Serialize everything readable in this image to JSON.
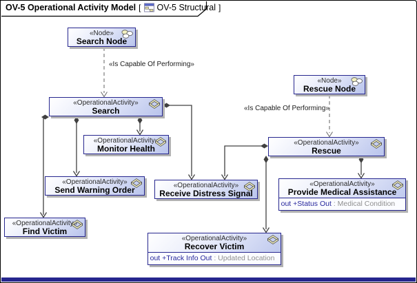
{
  "frame": {
    "title": "OV-5 Operational Activity Model",
    "bracket_open": "[",
    "diagram_name": "OV-5 Structural",
    "bracket_close": "]"
  },
  "connector_labels": {
    "search_capability": "«Is Capable Of Performing»",
    "rescue_capability": "«Is Capable Of Performing»"
  },
  "boxes": {
    "search_node": {
      "stereotype": "«Node»",
      "name": "Search Node"
    },
    "rescue_node": {
      "stereotype": "«Node»",
      "name": "Rescue Node"
    },
    "search": {
      "stereotype": "«OperationalActivity»",
      "name": "Search"
    },
    "monitor_health": {
      "stereotype": "«OperationalActivity»",
      "name": "Monitor Health"
    },
    "send_warning_order": {
      "stereotype": "«OperationalActivity»",
      "name": "Send Warning Order"
    },
    "find_victim": {
      "stereotype": "«OperationalActivity»",
      "name": "Find Victim"
    },
    "receive_distress_signal": {
      "stereotype": "«OperationalActivity»",
      "name": "Receive Distress Signal"
    },
    "rescue": {
      "stereotype": "«OperationalActivity»",
      "name": "Rescue"
    },
    "provide_medical_assistance": {
      "stereotype": "«OperationalActivity»",
      "name": "Provide Medical Assistance",
      "attribute": {
        "direction": "out",
        "name": "+Status Out",
        "separator": ":",
        "type": "Medical Condition"
      }
    },
    "recover_victim": {
      "stereotype": "«OperationalActivity»",
      "name": "Recover Victim",
      "attribute": {
        "direction": "out",
        "name": "+Track Info Out",
        "separator": ":",
        "type": "Updated Location"
      }
    }
  },
  "icons": {
    "node_icon": "node-icon",
    "activity_icon": "operational-activity-icon",
    "diagram_icon": "diagram-icon"
  },
  "colors": {
    "box_border": "#26268e",
    "box_fill_start": "#ffffff",
    "box_fill_end": "#b9c4ec",
    "box_shadow": "#b2b2b2",
    "solid_connector": "#404040",
    "dashed_connector": "#6e6e6e",
    "attribute_text": "#26269c",
    "attribute_type": "#8f8f8f",
    "bottom_bar": "#26268e",
    "icon_fill": "#f2f0c0"
  }
}
